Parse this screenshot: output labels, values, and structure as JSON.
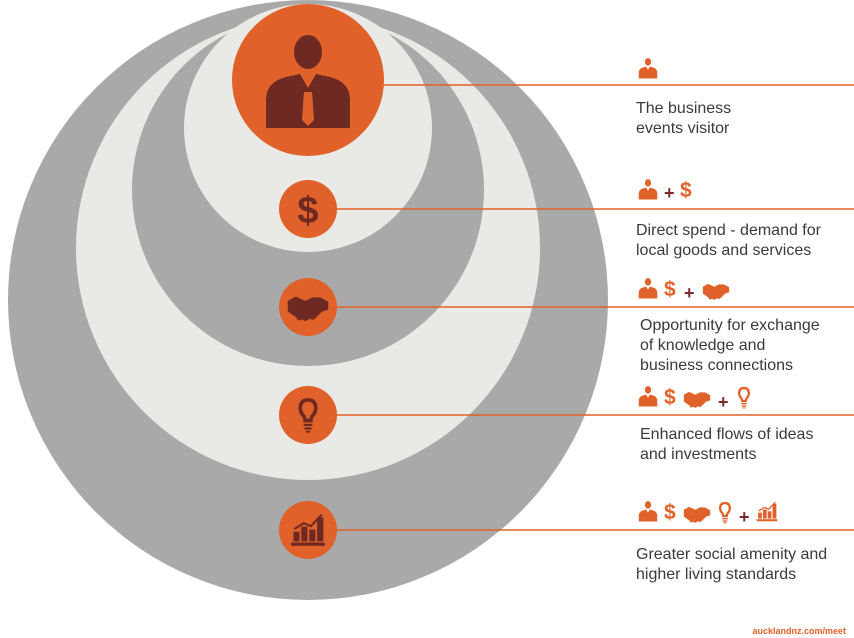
{
  "colors": {
    "orange": "#e0622a",
    "dark": "#6e2a22",
    "gray": "#a9a9a9",
    "light": "#e9e9e5",
    "text": "#3a3a3a"
  },
  "tiers": [
    {
      "icon": "business-person-icon",
      "lines": [
        "The business",
        "events visitor"
      ]
    },
    {
      "icon": "dollar-icon",
      "lines": [
        "Direct spend - demand for",
        "local goods and services"
      ]
    },
    {
      "icon": "handshake-icon",
      "lines": [
        "Opportunity for exchange",
        "of knowledge and",
        "business connections"
      ]
    },
    {
      "icon": "lightbulb-icon",
      "lines": [
        "Enhanced flows of ideas",
        "and investments"
      ]
    },
    {
      "icon": "bar-chart-icon",
      "lines": [
        "Greater social amenity and",
        "higher living standards"
      ]
    }
  ],
  "symbols": {
    "dollar": "$",
    "plus": "+"
  },
  "footer": {
    "url": "aucklandnz.com/meet"
  }
}
